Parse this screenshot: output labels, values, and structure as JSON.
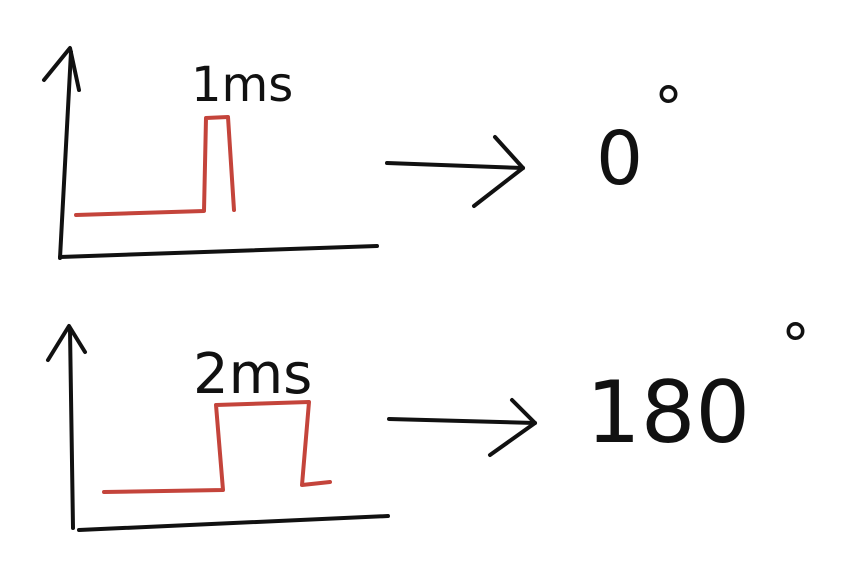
{
  "colors": {
    "axis": "#111111",
    "signal": "#c4443b",
    "background": "#ffffff"
  },
  "rows": [
    {
      "pulse_label": "1ms",
      "angle_value": "0",
      "degree_symbol": "°"
    },
    {
      "pulse_label": "2ms",
      "angle_value": "180",
      "degree_symbol": "°"
    }
  ]
}
